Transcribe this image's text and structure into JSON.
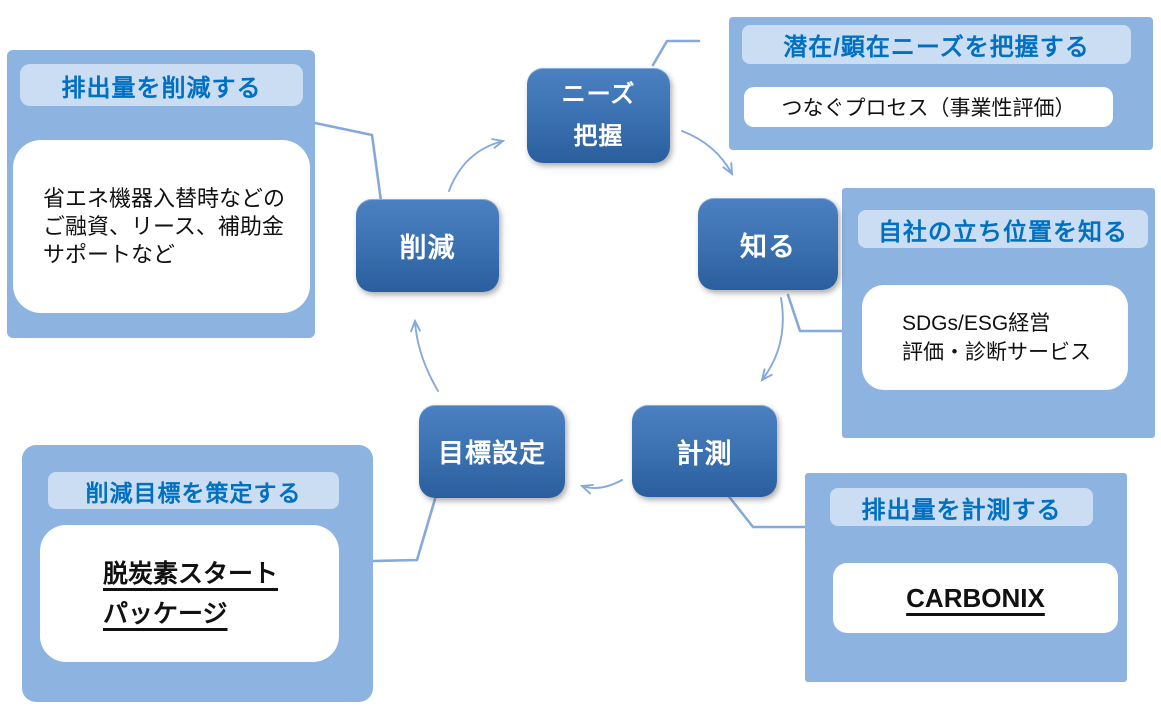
{
  "diagram": {
    "nodes": {
      "needs": {
        "label": "ニーズ\n把握"
      },
      "know": {
        "label": "知る"
      },
      "measure": {
        "label": "計測"
      },
      "goal": {
        "label": "目標設定"
      },
      "reduce": {
        "label": "削減"
      }
    },
    "callouts": {
      "reduce": {
        "title": "排出量を削減する",
        "body": "省エネ機器入替時などの\nご融資、リース、補助金\nサポートなど"
      },
      "needs": {
        "title": "潜在/顕在ニーズを把握する",
        "body": "つなぐプロセス（事業性評価）"
      },
      "know": {
        "title": "自社の立ち位置を知る",
        "body": "SDGs/ESG経営\n評価・診断サービス"
      },
      "measure": {
        "title": "排出量を計測する",
        "body": "CARBONIX"
      },
      "goal": {
        "title": "削減目標を策定する",
        "body": "脱炭素スタート\nパッケージ"
      }
    },
    "colors": {
      "node_top": "#4b81c2",
      "node_bottom": "#2a5e9e",
      "panel_bg": "#8db3e1",
      "header_bg": "#cbddf3",
      "header_text": "#0070c0",
      "body_bg": "#ffffff",
      "body_text": "#111111",
      "connector": "#84aadb"
    }
  }
}
